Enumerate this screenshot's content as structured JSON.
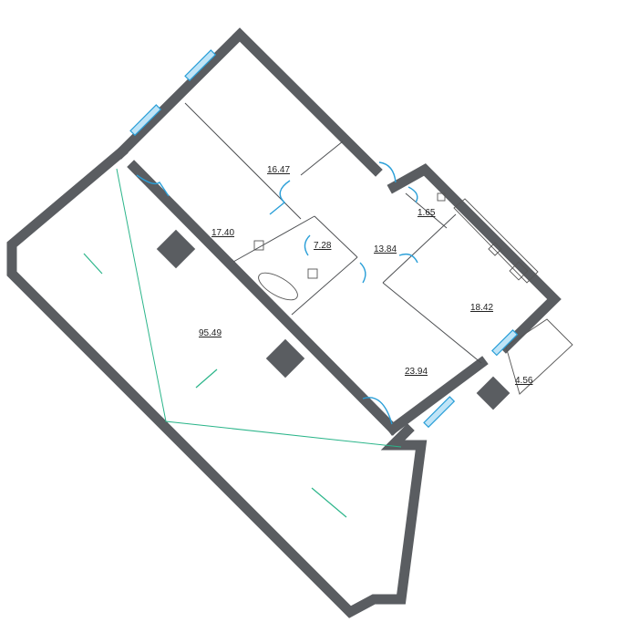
{
  "rooms": [
    {
      "id": "terrace",
      "area": "95.49"
    },
    {
      "id": "bedroom-1",
      "area": "16.47"
    },
    {
      "id": "bedroom-2",
      "area": "17.40"
    },
    {
      "id": "bathroom",
      "area": "7.28"
    },
    {
      "id": "hall",
      "area": "13.84"
    },
    {
      "id": "wc",
      "area": "1.65"
    },
    {
      "id": "kitchen",
      "area": "18.42"
    },
    {
      "id": "living-room",
      "area": "23.94"
    },
    {
      "id": "balcony",
      "area": "4.56"
    }
  ],
  "colors": {
    "wall": "#5a5d61",
    "window": "#2a9fd8",
    "terrace_line": "#2bb58a"
  }
}
